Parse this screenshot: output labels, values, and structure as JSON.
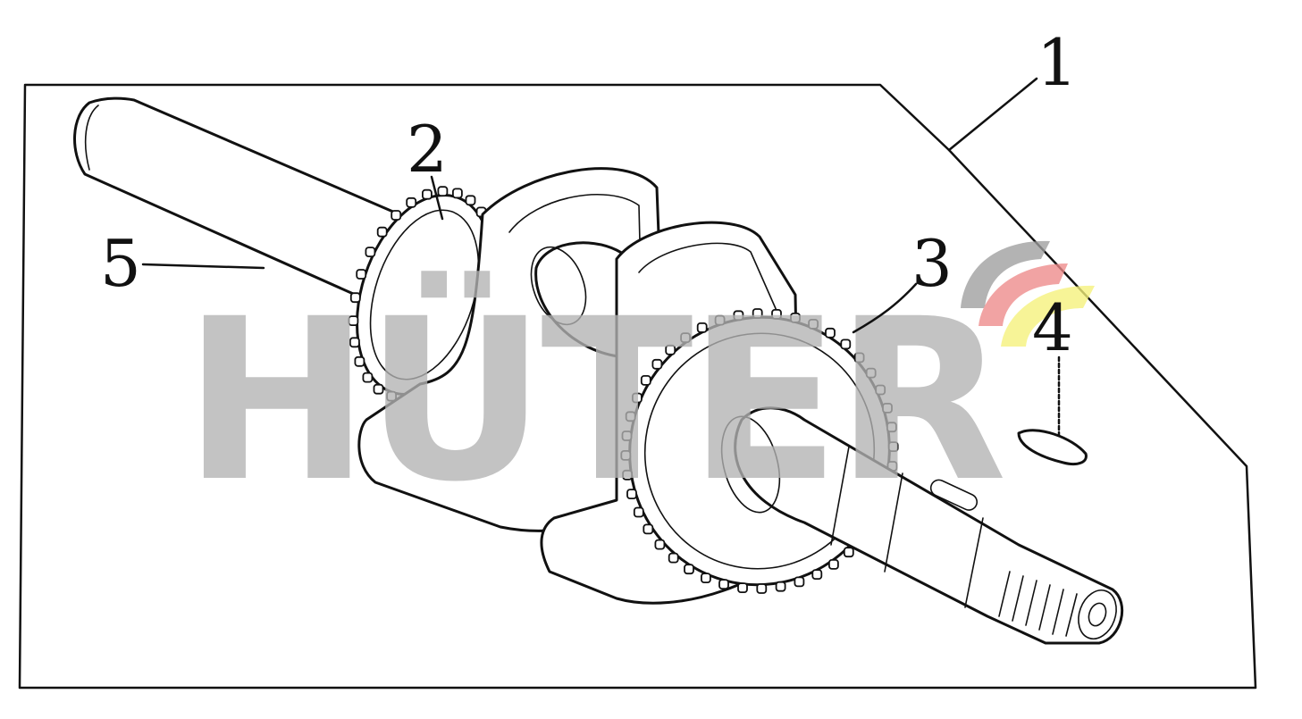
{
  "diagram": {
    "callouts": [
      {
        "id": "1",
        "label": "1"
      },
      {
        "id": "2",
        "label": "2"
      },
      {
        "id": "3",
        "label": "3"
      },
      {
        "id": "4",
        "label": "4"
      },
      {
        "id": "5",
        "label": "5"
      }
    ]
  },
  "watermark": {
    "text": "HÜTER",
    "text_color": "#b3b3b3",
    "logo_colors": [
      "#9e9e9e",
      "#ee8a8a",
      "#f5f27a"
    ]
  }
}
